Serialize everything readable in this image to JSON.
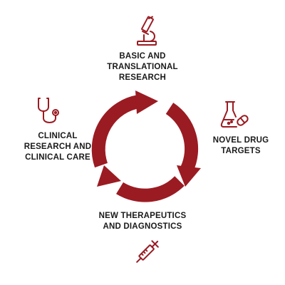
{
  "colors": {
    "accent": "#9b1b22",
    "text": "#1a1a1a"
  },
  "icons": {
    "top": "microscope-icon",
    "right": "flask-and-pill-icon",
    "left": "stethoscope-icon",
    "bottom": "syringe-icon"
  },
  "stages": {
    "top": {
      "line1": "BASIC AND",
      "line2": "TRANSLATIONAL",
      "line3": "RESEARCH"
    },
    "right": {
      "line1": "NOVEL DRUG",
      "line2": "TARGETS"
    },
    "bottom": {
      "line1": "NEW THERAPEUTICS",
      "line2": "AND DIAGNOSTICS"
    },
    "left": {
      "line1": "CLINICAL",
      "line2": "RESEARCH AND",
      "line3": "CLINICAL CARE"
    }
  }
}
